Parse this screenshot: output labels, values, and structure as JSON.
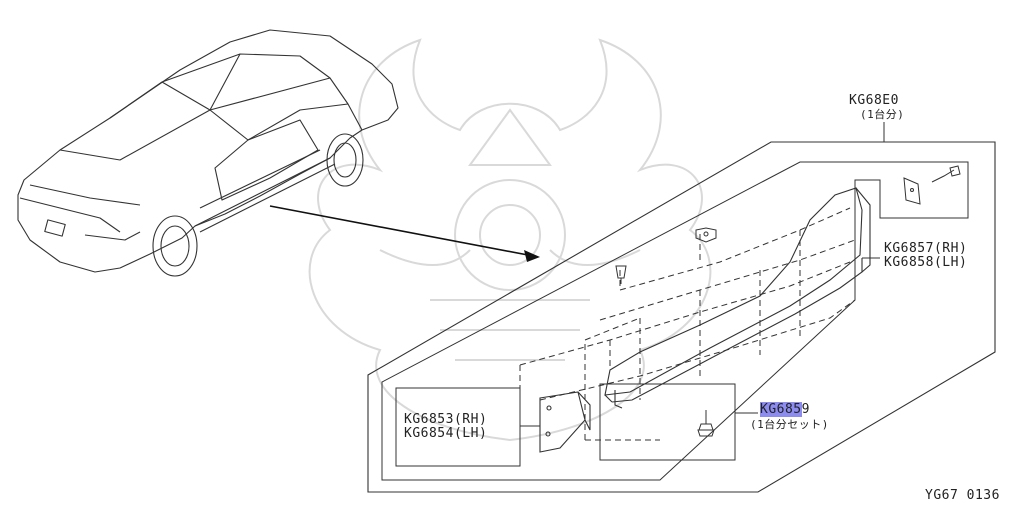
{
  "diagram_code": "YG67 0136",
  "kit": {
    "part_no": "KG68E0",
    "note": "(1台分)"
  },
  "rear_panel": {
    "rh": "KG6857(RH)",
    "lh": "KG6858(LH)"
  },
  "front_panel": {
    "rh": "KG6853(RH)",
    "lh": "KG6854(LH)"
  },
  "fastener_set": {
    "part_no_highlight": "KG685",
    "part_no_rest": "9",
    "note": "(1台分セット)"
  },
  "colors": {
    "line": "#333333",
    "highlight": "#8c8cf0",
    "watermark": "#d6d6d6"
  }
}
